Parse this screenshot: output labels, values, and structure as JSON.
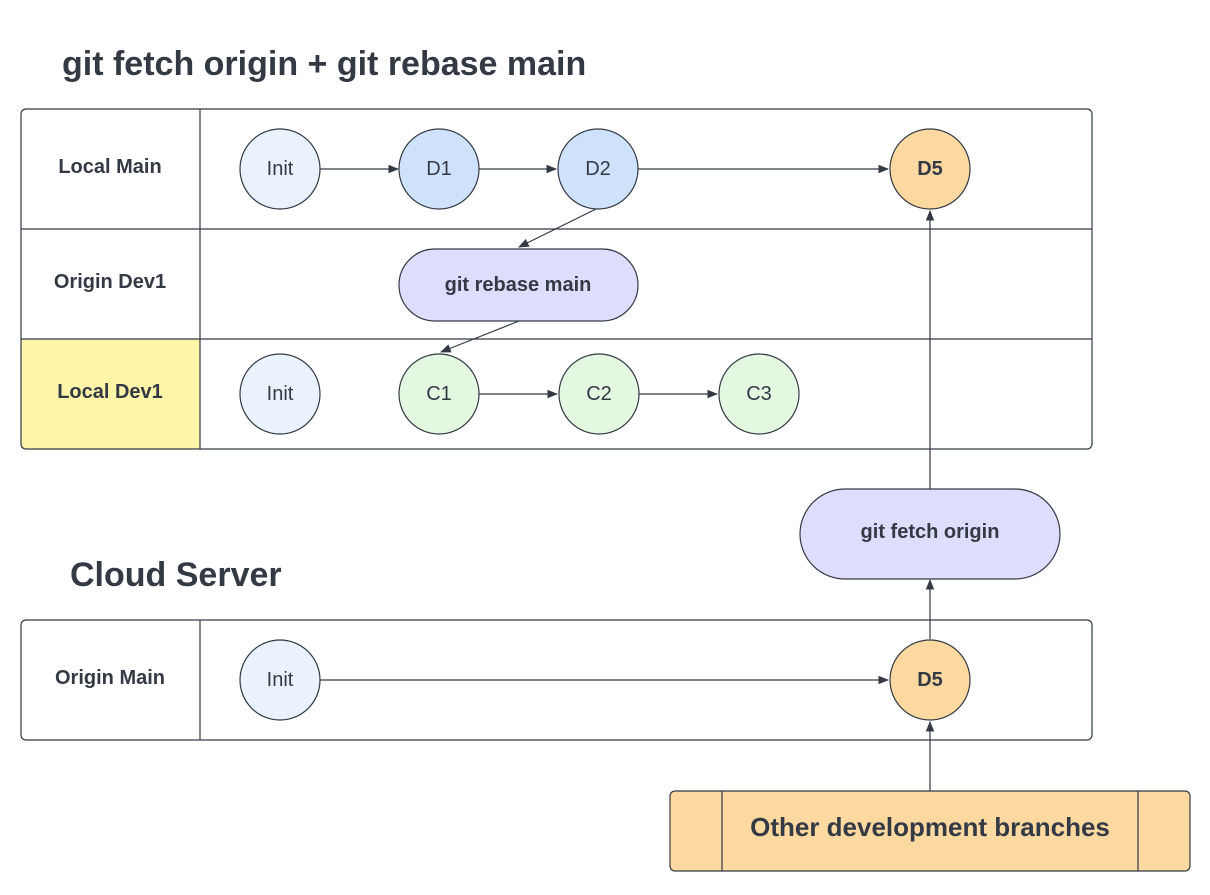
{
  "title": "git fetch origin + git rebase main",
  "local_section": {
    "lanes": {
      "local_main": "Local Main",
      "origin_dev1": "Origin Dev1",
      "local_dev1": "Local Dev1"
    },
    "local_main_nodes": {
      "init": "Init",
      "d1": "D1",
      "d2": "D2",
      "d5": "D5"
    },
    "local_dev1_nodes": {
      "init": "Init",
      "c1": "C1",
      "c2": "C2",
      "c3": "C3"
    },
    "rebase_action": "git rebase main"
  },
  "fetch_action": "git fetch origin",
  "cloud_section": {
    "title": "Cloud Server",
    "lanes": {
      "origin_main": "Origin Main"
    },
    "origin_main_nodes": {
      "init": "Init",
      "d5": "D5"
    }
  },
  "other_branches": "Other development branches",
  "colors": {
    "init_fill": "#eaf2fd",
    "main_commit_fill": "#cfe2fb",
    "merged_commit_fill": "#fcd9a1",
    "dev_commit_fill": "#e3f7e1",
    "action_fill": "#dedefc",
    "highlight_lane_fill": "#fff5a8",
    "process_box_fill": "#fcd9a1",
    "stroke": "#333a44"
  }
}
